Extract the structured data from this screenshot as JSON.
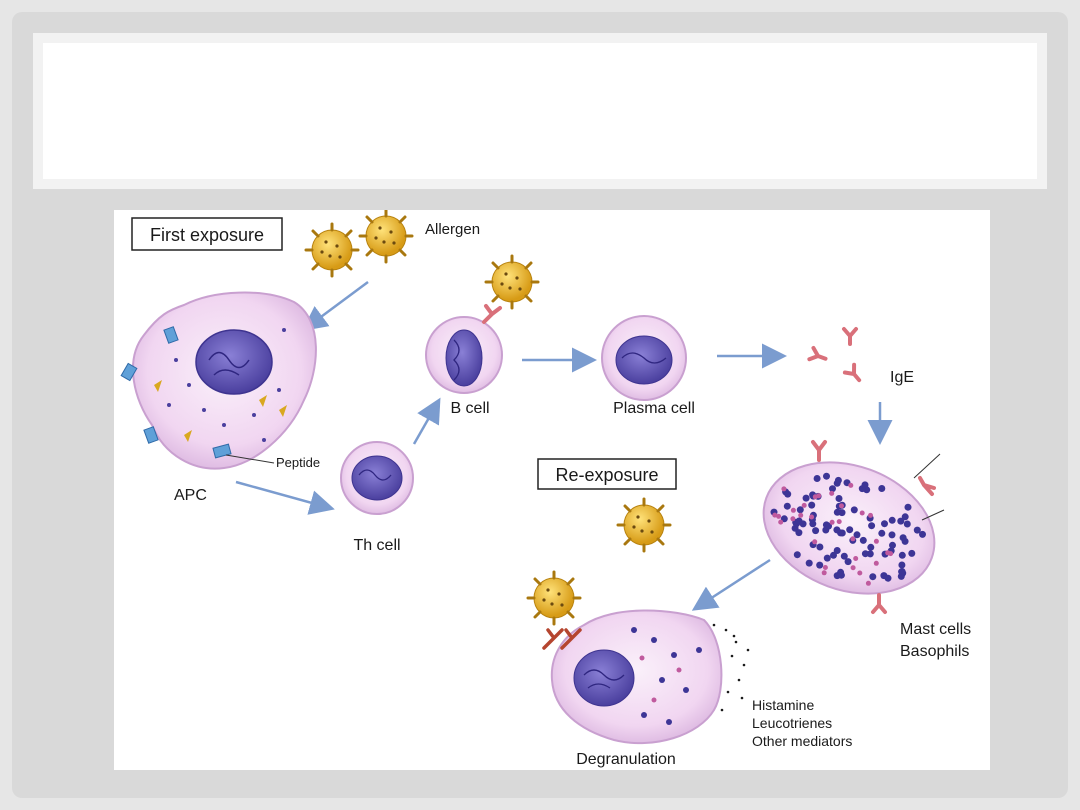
{
  "slide": {
    "title": ""
  },
  "diagram": {
    "first_exposure": "First exposure",
    "allergen": "Allergen",
    "apc": "APC",
    "peptide": "Peptide",
    "th_cell": "Th cell",
    "b_cell": "B cell",
    "plasma_cell": "Plasma cell",
    "ige": "IgE",
    "re_exposure": "Re-exposure",
    "mast_cells": "Mast cells",
    "basophils": "Basophils",
    "histamine": "Histamine",
    "leucotrienes": "Leucotrienes",
    "other_mediators": "Other mediators",
    "degranulation": "Degranulation"
  },
  "colors": {
    "slide_bg": "#d9d9d9",
    "cell_membrane": "#f3d8f3",
    "nucleus": "#5b4fb0",
    "allergen": "#e8b830",
    "ige": "#d9707a",
    "arrow": "#7b9ccf"
  }
}
